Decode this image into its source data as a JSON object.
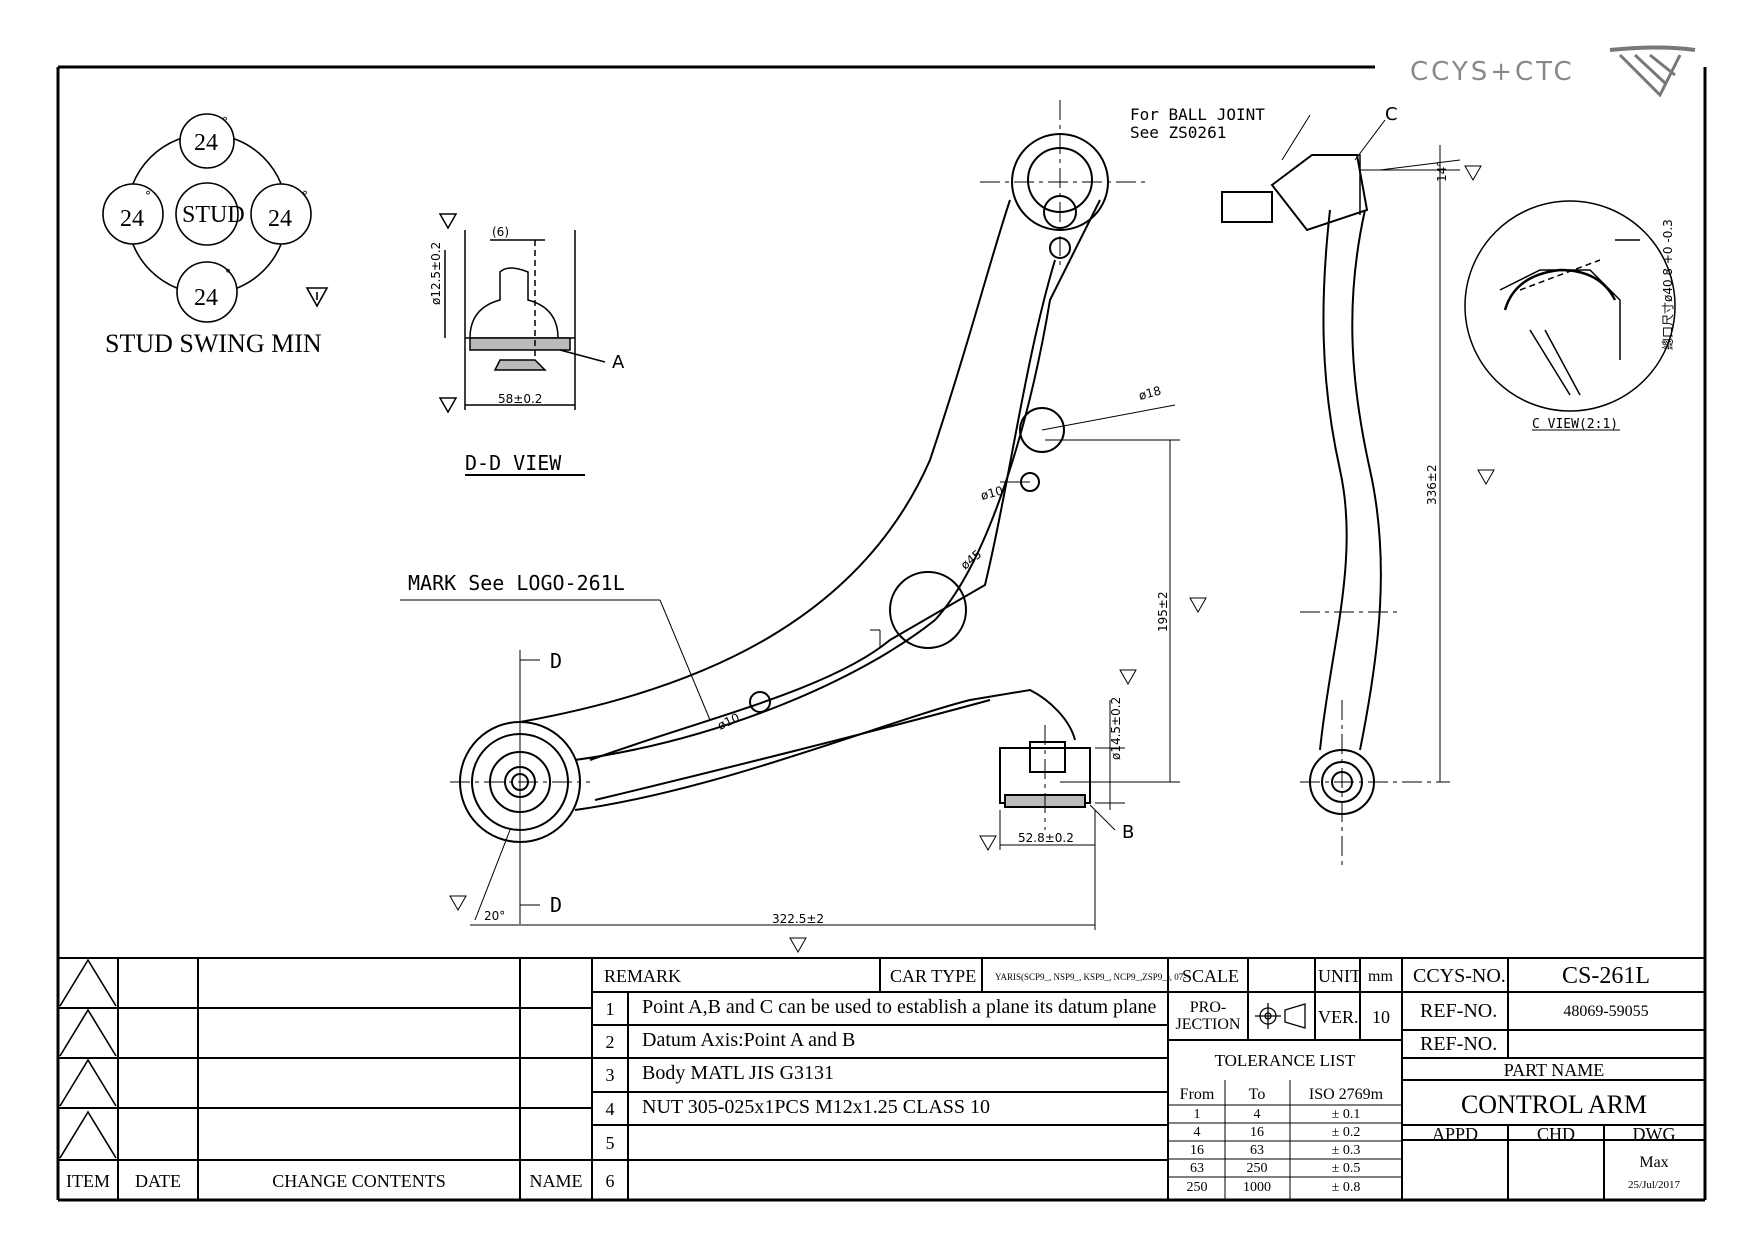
{
  "header": {
    "brand_text": "CCYS+CTC",
    "logo_icon": "ccys-ctc-logo-icon"
  },
  "stud_swing": {
    "center_label": "STUD",
    "angles": [
      "24",
      "24",
      "24",
      "24"
    ],
    "degree": "°",
    "caption": "STUD SWING MIN"
  },
  "section_view": {
    "dim_width": "(6)",
    "dim_height": "ø12.5±0.2",
    "dim_base": "58±0.2",
    "point_label": "A",
    "title": "D-D VIEW"
  },
  "main_view": {
    "mark_note": "MARK See LOGO-261L",
    "section_marker": "D",
    "ball_joint_note_1": "For BALL JOINT",
    "ball_joint_note_2": "See ZS0261",
    "point_c": "C",
    "point_b": "B",
    "dim_d18": "ø18",
    "dim_d10_upper": "ø10",
    "dim_d45": "ø45",
    "dim_d10_lower": "ø10",
    "dim_195": "195±2",
    "dim_14_5": "ø14.5±0.2",
    "dim_52_8": "52.8±0.2",
    "dim_322_5": "322.5±2",
    "dim_angle": "20°",
    "dim_336": "336±2",
    "dim_14deg": "14°"
  },
  "c_view": {
    "title": "C VIEW(2:1)",
    "dim_note": "總口尺寸ø40.8 +0 -0.3"
  },
  "change_table": {
    "headers": {
      "item": "ITEM",
      "date": "DATE",
      "contents": "CHANGE CONTENTS",
      "name": "NAME"
    }
  },
  "remarks": {
    "header": "REMARK",
    "car_type_label": "CAR TYPE",
    "car_type_value": "YARIS(SCP9_, NSP9_, KSP9_, NCP9_,ZSP9_), 07-",
    "rows": [
      {
        "no": "1",
        "text": "Point A,B and C can be used to establish a plane its datum plane"
      },
      {
        "no": "2",
        "text": "Datum Axis:Point A and B"
      },
      {
        "no": "3",
        "text": "Body MATL  JIS G3131"
      },
      {
        "no": "4",
        "text": "NUT 305-025x1PCS M12x1.25 CLASS 10"
      },
      {
        "no": "5",
        "text": ""
      },
      {
        "no": "6",
        "text": ""
      }
    ]
  },
  "spec_block": {
    "scale_label": "SCALE",
    "unit_label": "UNIT",
    "unit_value": "mm",
    "projection_label_1": "PRO-",
    "projection_label_2": "JECTION",
    "ver_label": "VER.",
    "ver_value": "10",
    "tolerance_title": "TOLERANCE LIST",
    "tol_headers": [
      "From",
      "To",
      "ISO 2769m"
    ],
    "tol_rows": [
      [
        "1",
        "4",
        "± 0.1"
      ],
      [
        "4",
        "16",
        "± 0.2"
      ],
      [
        "16",
        "63",
        "± 0.3"
      ],
      [
        "63",
        "250",
        "± 0.5"
      ],
      [
        "250",
        "1000",
        "± 0.8"
      ]
    ]
  },
  "part_info": {
    "ccys_no_label": "CCYS-NO.",
    "ccys_no_value": "CS-261L",
    "ref_no_label_1": "REF-NO.",
    "ref_no_value_1": "48069-59055",
    "ref_no_label_2": "REF-NO.",
    "ref_no_value_2": "",
    "part_name_label": "PART NAME",
    "part_name": "CONTROL ARM",
    "appd": "APPD",
    "chd": "CHD",
    "dwg": "DWG",
    "drawn_by": "Max",
    "date": "25/Jul/2017"
  }
}
